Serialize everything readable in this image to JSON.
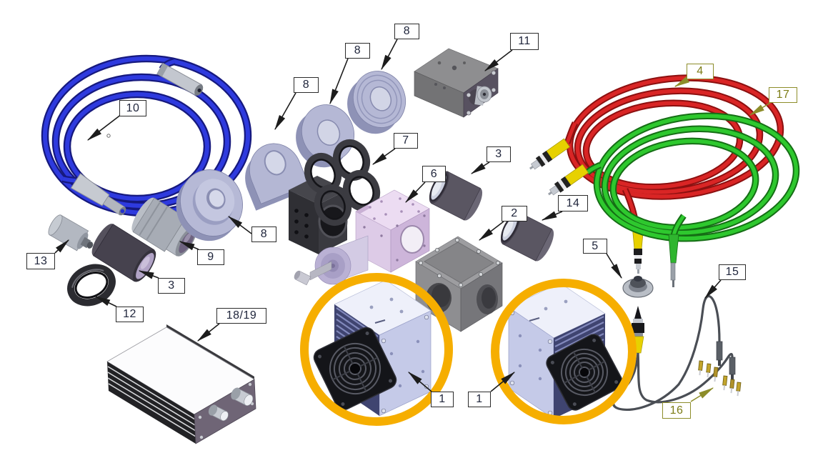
{
  "figure": {
    "kind": "exploded-assembly-diagram",
    "background": "#ffffff"
  },
  "callouts": [
    {
      "text": "10",
      "style": "black"
    },
    {
      "text": "8",
      "style": "black"
    },
    {
      "text": "8",
      "style": "black"
    },
    {
      "text": "8",
      "style": "black"
    },
    {
      "text": "8",
      "style": "black"
    },
    {
      "text": "11",
      "style": "black"
    },
    {
      "text": "7",
      "style": "black"
    },
    {
      "text": "6",
      "style": "black"
    },
    {
      "text": "3",
      "style": "black"
    },
    {
      "text": "2",
      "style": "black"
    },
    {
      "text": "14",
      "style": "black"
    },
    {
      "text": "4",
      "style": "olive"
    },
    {
      "text": "17",
      "style": "olive"
    },
    {
      "text": "5",
      "style": "black"
    },
    {
      "text": "15",
      "style": "black"
    },
    {
      "text": "13",
      "style": "black"
    },
    {
      "text": "9",
      "style": "black"
    },
    {
      "text": "3",
      "style": "black"
    },
    {
      "text": "12",
      "style": "black"
    },
    {
      "text": "18/19",
      "style": "black"
    },
    {
      "text": "1",
      "style": "black"
    },
    {
      "text": "1",
      "style": "black"
    },
    {
      "text": "16",
      "style": "olive"
    }
  ],
  "colors": {
    "callout_black": "#20263c",
    "callout_olive": "#7c7c16",
    "leader_black": "#1c1c1c",
    "leader_olive": "#8d8d2a",
    "highlight_ring": "#f6ae00",
    "cable_blue": "#2e3ade",
    "cable_red": "#d92525",
    "cable_green": "#2ec82e",
    "connector_yellow": "#e7d100"
  },
  "annotations": {
    "highlight_circle_count": 2
  }
}
